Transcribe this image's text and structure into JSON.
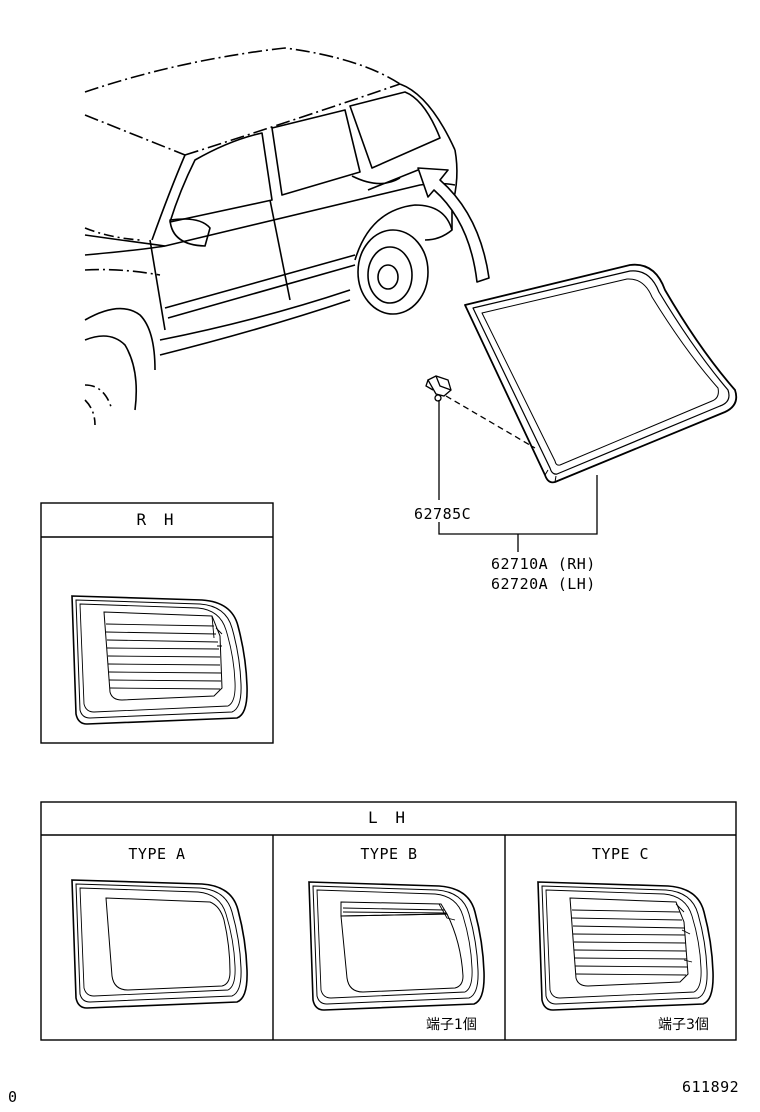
{
  "callouts": {
    "clip_part": "62785C",
    "glass_part_rh": "62710A (RH)",
    "glass_part_lh": "62720A (LH)"
  },
  "panels": {
    "rh": {
      "title": "R H"
    },
    "lh": {
      "title": "L H",
      "type_a": {
        "title": "TYPE  A"
      },
      "type_b": {
        "title": "TYPE  B",
        "note": "端子1個"
      },
      "type_c": {
        "title": "TYPE  C",
        "note": "端子3個"
      }
    }
  },
  "footer": {
    "left_code": "0",
    "diagram_number": "611892"
  }
}
